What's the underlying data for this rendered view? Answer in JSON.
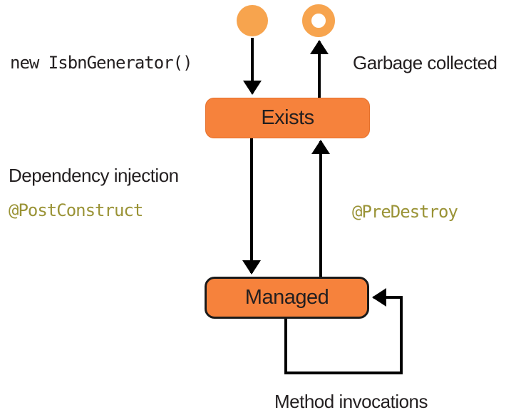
{
  "diagram": {
    "states": {
      "exists": "Exists",
      "managed": "Managed"
    },
    "labels": {
      "constructor_call": "new IsbnGenerator()",
      "garbage_collected": "Garbage collected",
      "dependency_injection": "Dependency injection",
      "post_construct": "@PostConstruct",
      "pre_destroy": "@PreDestroy",
      "method_invocations": "Method invocations"
    },
    "icons": {
      "initial_state": "filled-circle",
      "final_state": "ring-circle"
    }
  },
  "colors": {
    "state_fill": "#f6823c",
    "state_border": "#e4702c",
    "managed_border": "#1a1a1a",
    "circle_fill": "#f7a44e",
    "code_olive": "#9a9336",
    "text_dark": "#231f20",
    "arrow_black": "#000000",
    "background": "#ffffff"
  }
}
